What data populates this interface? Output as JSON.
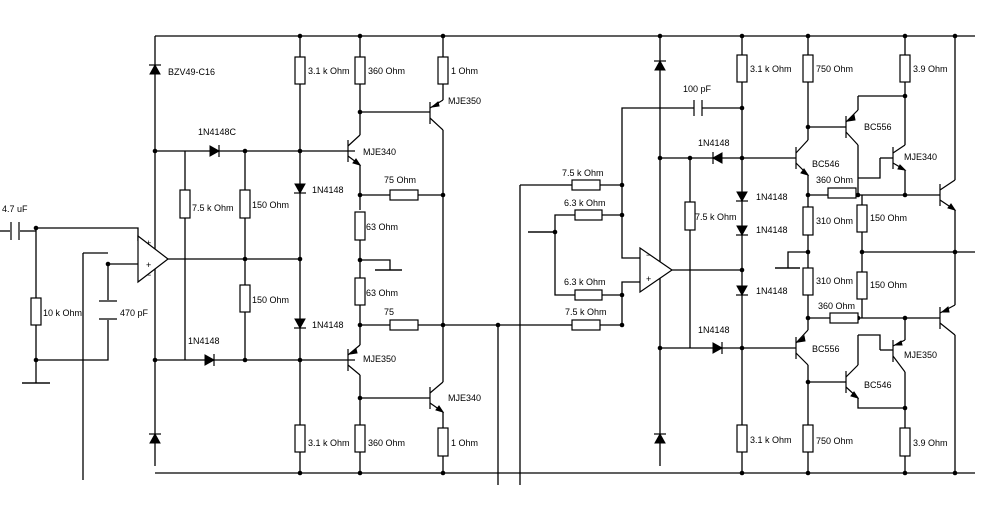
{
  "schematic": {
    "labels": {
      "c_in": "4.7 uF",
      "r_in": "10 k Ohm",
      "c_470": "470 pF",
      "zener": "BZV49-C16",
      "d_1n4148c": "1N4148C",
      "r_7k5_a": "7.5 k Ohm",
      "r_150_a": "150  Ohm",
      "r_150_b": "150  Ohm",
      "d_1n4148_a": "1N4148",
      "r_3k1_tl": "3.1 k Ohm",
      "r_360_tl": "360  Ohm",
      "r_1_tl": "1  Ohm",
      "q_mje350_t": "MJE350",
      "q_mje340_t": "MJE340",
      "d_1n4148_b": "1N4148",
      "r_75_a": "75  Ohm",
      "r_63_a": "63  Ohm",
      "r_63_b": "63  Ohm",
      "d_1n4148_c": "1N4148",
      "r_75_b": "75",
      "q_mje350_b": "MJE350",
      "q_mje340_b": "MJE340",
      "r_3k1_bl": "3.1 k Ohm",
      "r_360_bl": "360  Ohm",
      "r_1_bl": "1  Ohm",
      "r_7k5_m1": "7.5 k Ohm",
      "r_6k3_m1": "6.3 k Ohm",
      "r_6k3_m2": "6.3 k Ohm",
      "r_7k5_m2": "7.5 k Ohm",
      "c_100": "100 pF",
      "r_3k1_tr": "3.1 k Ohm",
      "d_1n4148_r1": "1N4148",
      "r_7k5_r": "7.5 k Ohm",
      "d_1n4148_r2": "1N4148",
      "d_1n4148_r3": "1N4148",
      "d_1n4148_r4": "1N4148",
      "d_1n4148_r5": "1N4148",
      "r_3k1_br": "3.1 k Ohm",
      "r_750_t": "750  Ohm",
      "q_bc546_t": "BC546",
      "q_bc556_t": "BC556",
      "r_310_a": "310  Ohm",
      "r_310_b": "310  Ohm",
      "r_360_rt": "360  Ohm",
      "r_360_rb": "360  Ohm",
      "q_bc556_b": "BC556",
      "q_bc546_b": "BC546",
      "r_750_b": "750  Ohm",
      "r_39_t": "3.9  Ohm",
      "q_mje340_r": "MJE340",
      "r_150_r1": "150  Ohm",
      "r_150_r2": "150  Ohm",
      "q_mje350_r": "MJE350",
      "r_39_b": "3.9  Ohm"
    }
  }
}
